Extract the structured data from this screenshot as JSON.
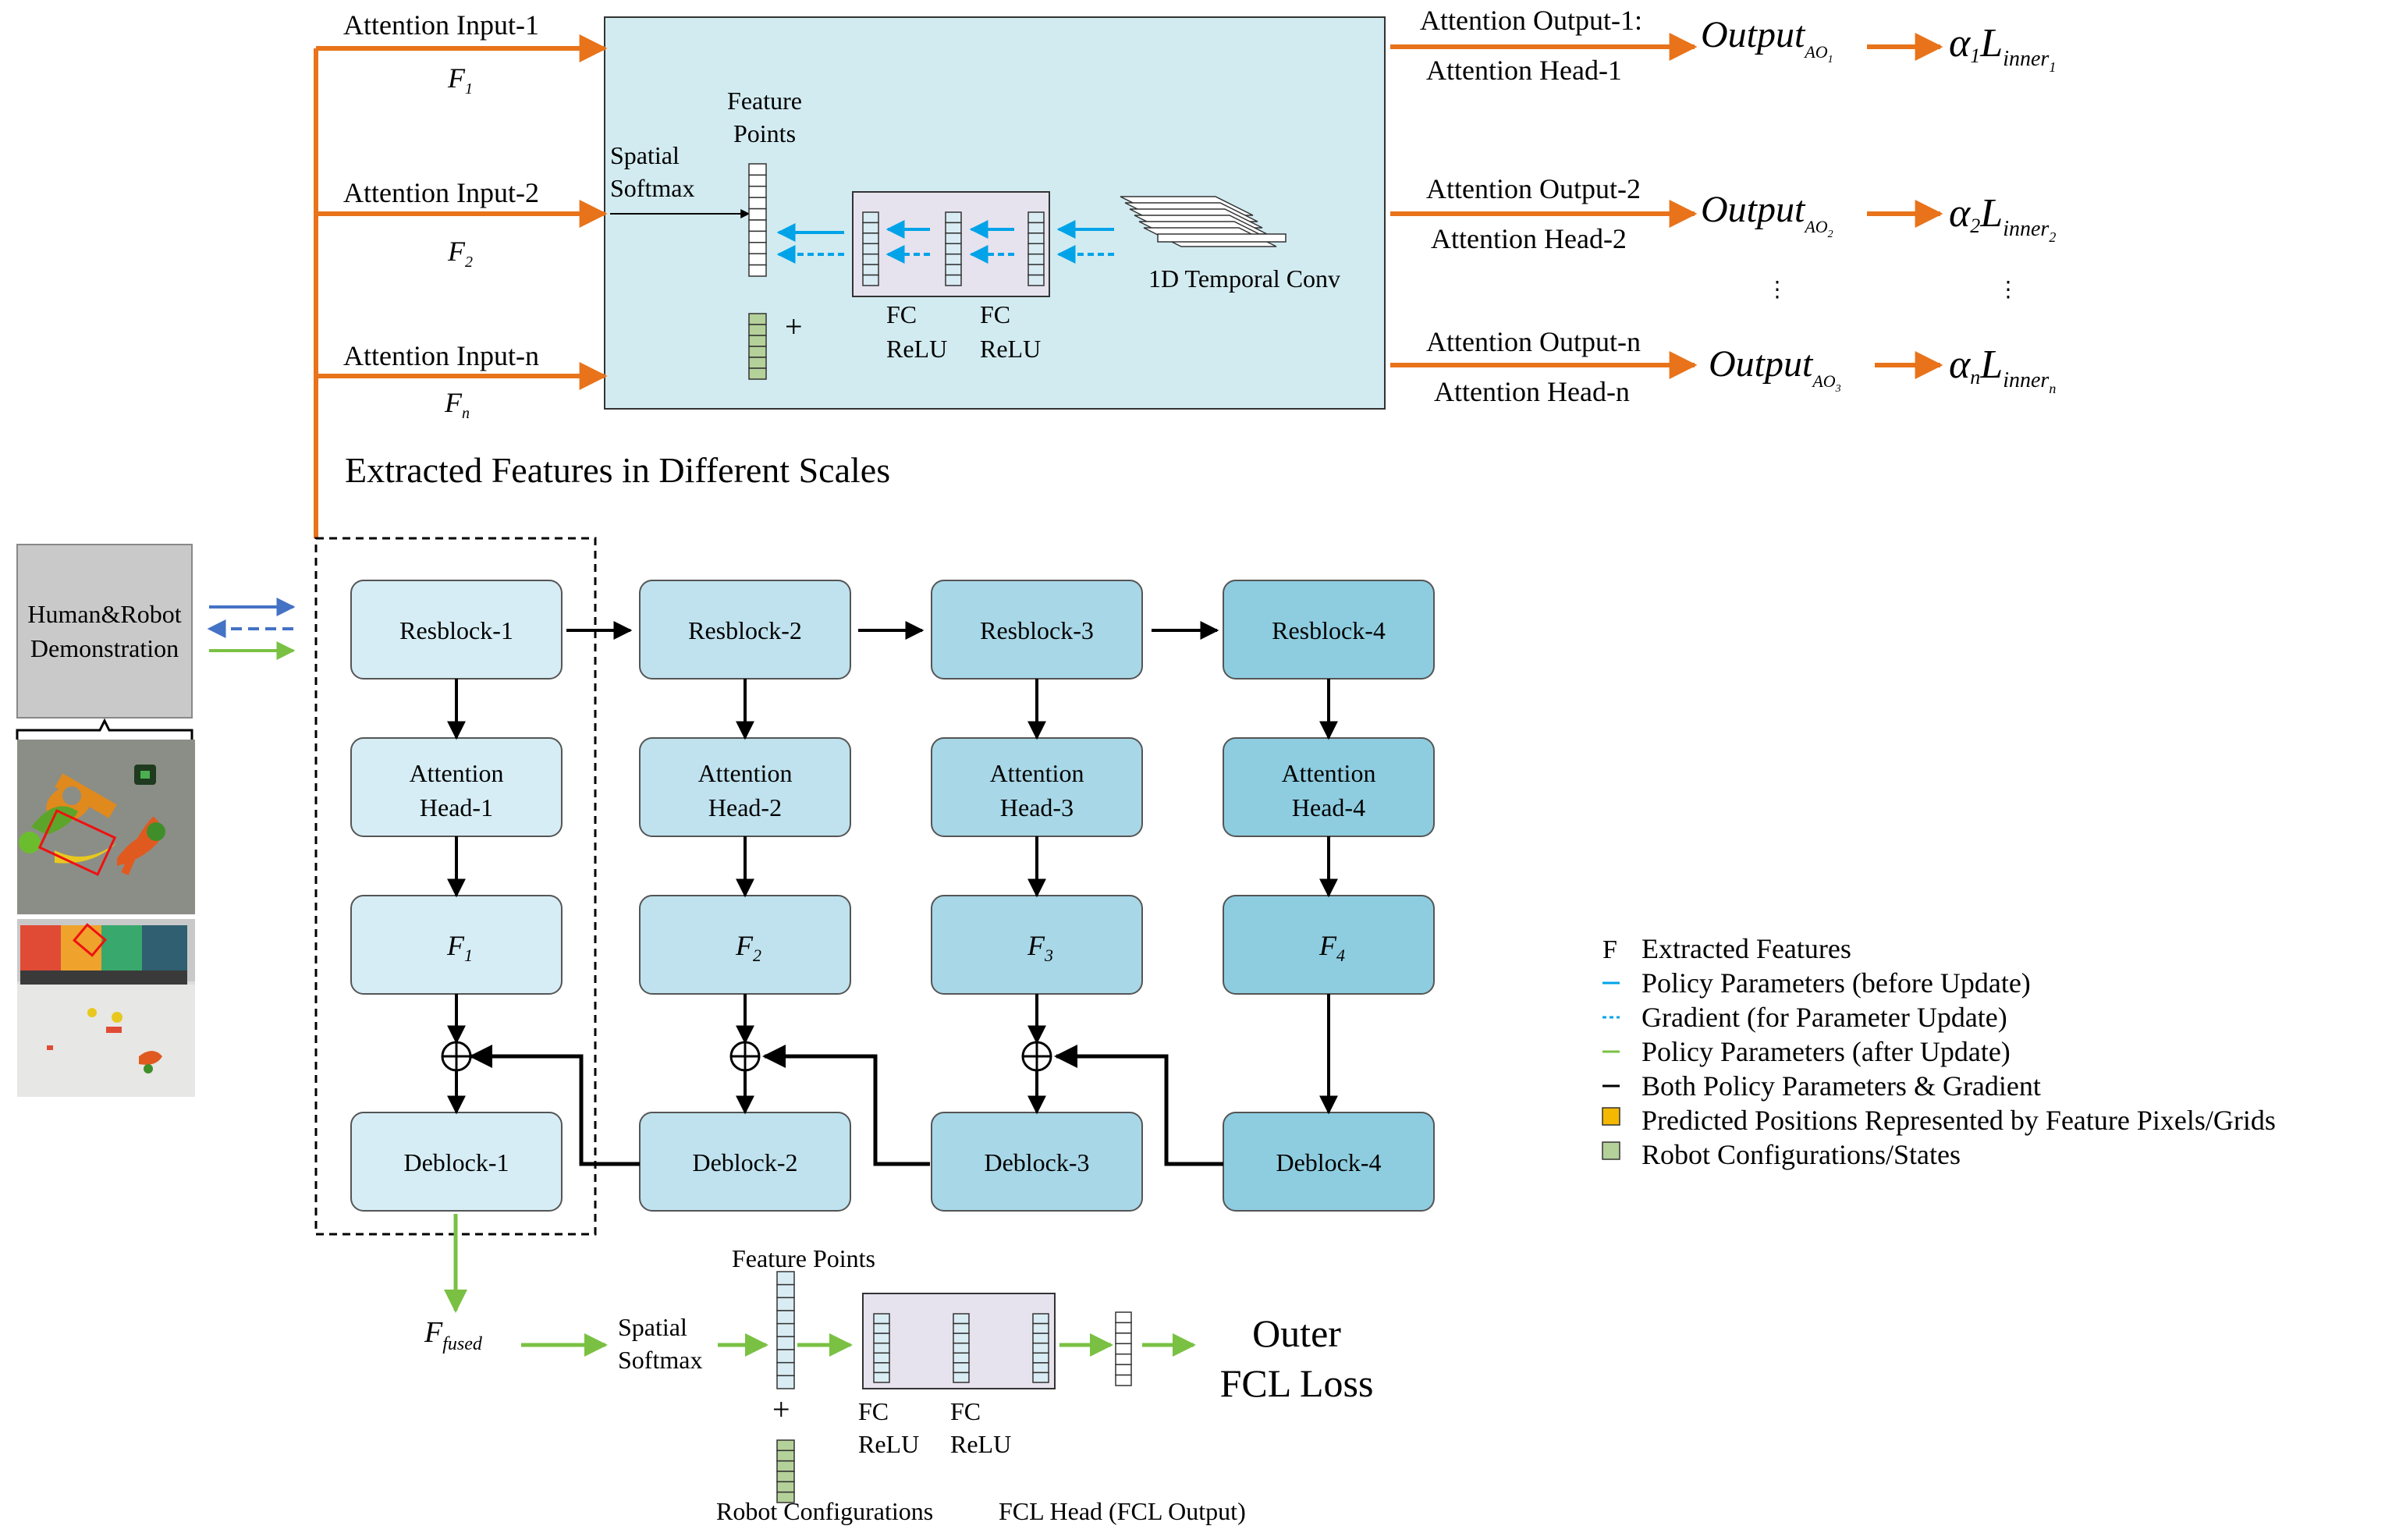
{
  "attention_inputs": [
    {
      "label": "Attention Input-1",
      "var": "F",
      "sub": "1"
    },
    {
      "label": "Attention Input-2",
      "var": "F",
      "sub": "2"
    },
    {
      "label": "Attention Input-n",
      "var": "F",
      "sub": "n"
    }
  ],
  "attention_module": {
    "spatial_softmax": [
      "Spatial",
      "Softmax"
    ],
    "feature_points": [
      "Feature",
      "Points"
    ],
    "fc1": [
      "FC",
      "ReLU"
    ],
    "fc2": [
      "FC",
      "ReLU"
    ],
    "temporal_conv": "1D Temporal Conv",
    "plus": "+"
  },
  "attention_outputs": [
    {
      "output_label": "Attention Output-1:",
      "head_label": "Attention Head-1",
      "out_var": "Output",
      "out_sub": "AO",
      "out_subsub": "1",
      "alpha_sub": "1",
      "loss_var": "L",
      "loss_sub": "inner",
      "loss_subsub": "1"
    },
    {
      "output_label": "Attention Output-2",
      "head_label": "Attention Head-2",
      "out_var": "Output",
      "out_sub": "AO",
      "out_subsub": "2",
      "alpha_sub": "2",
      "loss_var": "L",
      "loss_sub": "inner",
      "loss_subsub": "2"
    },
    {
      "output_label": "Attention Output-n",
      "head_label": "Attention Head-n",
      "out_var": "Output",
      "out_sub": "AO",
      "out_subsub": "3",
      "alpha_sub": "n",
      "loss_var": "L",
      "loss_sub": "inner",
      "loss_subsub": "n"
    }
  ],
  "alpha": "α",
  "ellipsis": "⋮",
  "section_title": "Extracted Features in Different Scales",
  "demo_label": [
    "Human&Robot",
    "Demonstration"
  ],
  "columns": [
    {
      "res": "Resblock-1",
      "att": [
        "Attention",
        "Head-1"
      ],
      "f": "F",
      "f_sub": "1",
      "de": "Deblock-1"
    },
    {
      "res": "Resblock-2",
      "att": [
        "Attention",
        "Head-2"
      ],
      "f": "F",
      "f_sub": "2",
      "de": "Deblock-2"
    },
    {
      "res": "Resblock-3",
      "att": [
        "Attention",
        "Head-3"
      ],
      "f": "F",
      "f_sub": "3",
      "de": "Deblock-3"
    },
    {
      "res": "Resblock-4",
      "att": [
        "Attention",
        "Head-4"
      ],
      "f": "F",
      "f_sub": "4",
      "de": "Deblock-4"
    }
  ],
  "fcl": {
    "fused_var": "F",
    "fused_sub": "fused",
    "spatial_softmax": [
      "Spatial",
      "Softmax"
    ],
    "feature_points": "Feature Points",
    "fc1": [
      "FC",
      "ReLU"
    ],
    "fc2": [
      "FC",
      "ReLU"
    ],
    "plus": "+",
    "robot_config": "Robot Configurations",
    "head_label": "FCL Head (FCL Output)",
    "outer": [
      "Outer",
      "FCL Loss"
    ]
  },
  "legend": [
    {
      "symbol": "F",
      "label": "Extracted Features",
      "kind": "text"
    },
    {
      "label": "Policy Parameters (before Update)",
      "kind": "line-solid",
      "color": "#00a3e8"
    },
    {
      "label": "Gradient (for Parameter Update)",
      "kind": "line-dashed",
      "color": "#00a3e8"
    },
    {
      "label": "Policy Parameters (after Update)",
      "kind": "line-solid",
      "color": "#7ac143"
    },
    {
      "label": "Both Policy Parameters & Gradient",
      "kind": "line-solid",
      "color": "#000000"
    },
    {
      "label": "Predicted Positions Represented by Feature Pixels/Grids",
      "kind": "square",
      "color": "#f5b800"
    },
    {
      "label": "Robot Configurations/States",
      "kind": "square",
      "color": "#b5d19a"
    }
  ],
  "colors": {
    "orange": "#e8731a",
    "blue_arrow": "#00a3e8",
    "green": "#7ac143",
    "demo_blue": "#4472c4",
    "module_bg": "#d2ebf0",
    "col1": "#d6edf5",
    "col2": "#bfe2ee",
    "col3": "#a8d7e7",
    "col4": "#8ecde0"
  }
}
